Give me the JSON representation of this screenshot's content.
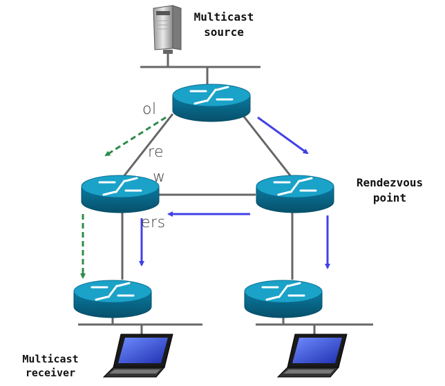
{
  "labels": {
    "source_line1": "Multicast",
    "source_line2": "source",
    "rp_line1": "Rendezvous",
    "rp_line2": "point",
    "receiver_line1": "Multicast",
    "receiver_line2": "receiver"
  },
  "clipped_text": {
    "line1": "ol",
    "line2": "re",
    "line3": "w",
    "line4": "ers"
  },
  "colors": {
    "router_top": "#1ba2c8",
    "router_side": "#0a6f92",
    "shared_tree_arrow": "#4040e8",
    "source_tree_arrow": "#2e8b4a",
    "link": "#666666"
  },
  "icons": {
    "server": "server-icon",
    "router": "router-icon",
    "laptop": "laptop-icon"
  }
}
